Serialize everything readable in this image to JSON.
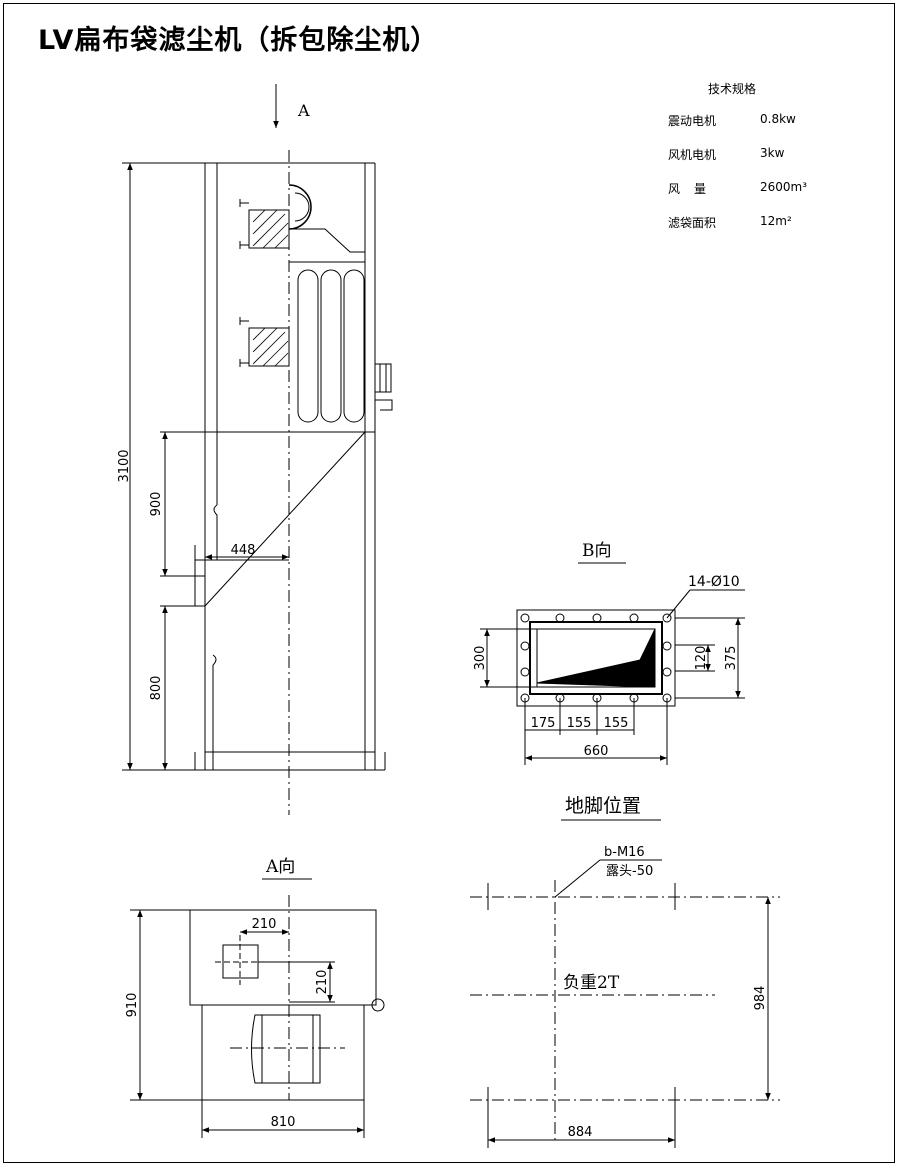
{
  "title": "LV扁布袋滤尘机（拆包除尘机）",
  "specs": {
    "heading": "技术规格",
    "rows": [
      {
        "label": "震动电机",
        "value": "0.8kw"
      },
      {
        "label": "风机电机",
        "value": "3kw"
      },
      {
        "label": "风量",
        "value": "2600m³"
      },
      {
        "label": "滤袋面积",
        "value": "12m²"
      }
    ]
  },
  "views": {
    "main": {
      "arrow_label": "A",
      "dim_height": "3100",
      "dim_upper": "900",
      "dim_lower": "800",
      "dim_opening": "448"
    },
    "b_view": {
      "label": "B向",
      "hole_callout": "14-Ø10",
      "dim_300": "300",
      "dim_120": "120",
      "dim_375": "375",
      "dim_175": "175",
      "dim_155a": "155",
      "dim_155b": "155",
      "dim_660": "660"
    },
    "a_view": {
      "label": "A向",
      "dim_210_h": "210",
      "dim_210_v": "210",
      "dim_910": "910",
      "dim_810": "810"
    },
    "foundation": {
      "label": "地脚位置",
      "bolt_callout": "b-M16",
      "bolt_note": "露头-50",
      "load_label": "负重2T",
      "dim_984": "984",
      "dim_884": "884"
    }
  }
}
